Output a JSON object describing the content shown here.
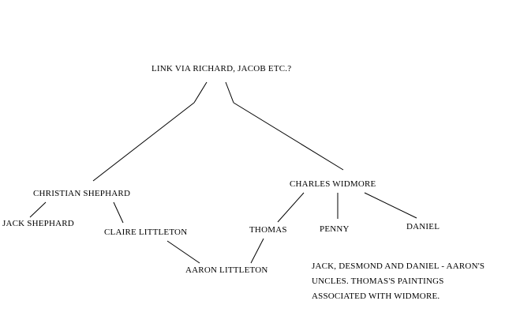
{
  "nodes": {
    "root": "LINK VIA RICHARD, JACOB ETC.?",
    "christian": "CHRISTIAN SHEPHARD",
    "charles": "CHARLES WIDMORE",
    "jack": "JACK SHEPHARD",
    "claire": "CLAIRE LITTLETON",
    "thomas": "THOMAS",
    "penny": "PENNY",
    "daniel": "DANIEL",
    "aaron": "AARON LITTLETON"
  },
  "note": {
    "line1": "JACK, DESMOND AND DANIEL - AARON'S",
    "line2": "UNCLES. THOMAS'S PAINTINGS",
    "line3": "ASSOCIATED WITH WIDMORE."
  },
  "edges": [
    {
      "from": "root",
      "to": "christian"
    },
    {
      "from": "root",
      "to": "charles"
    },
    {
      "from": "christian",
      "to": "jack"
    },
    {
      "from": "christian",
      "to": "claire"
    },
    {
      "from": "charles",
      "to": "thomas"
    },
    {
      "from": "charles",
      "to": "penny"
    },
    {
      "from": "charles",
      "to": "daniel"
    },
    {
      "from": "claire",
      "to": "aaron"
    },
    {
      "from": "thomas",
      "to": "aaron"
    }
  ]
}
